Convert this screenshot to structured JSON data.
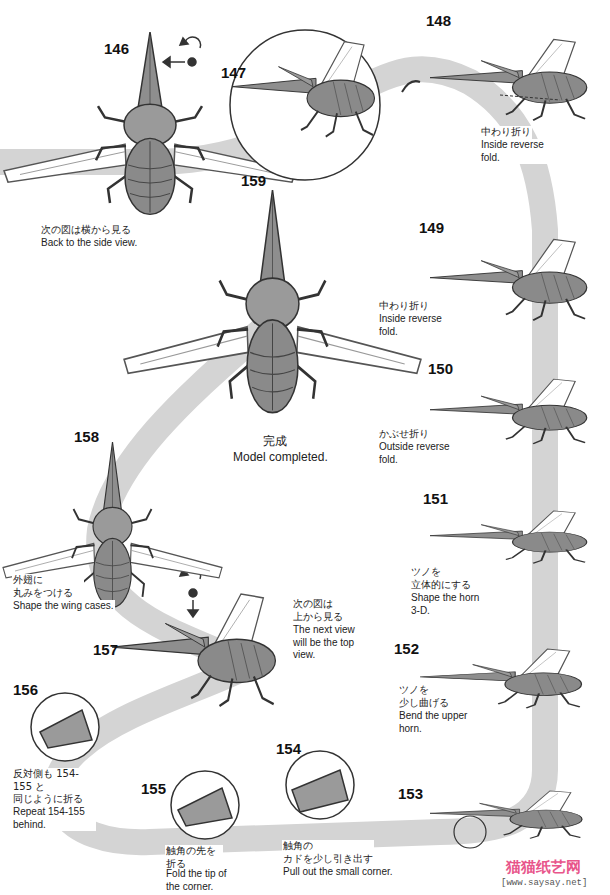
{
  "diagram": {
    "labels": [
      "146",
      "147",
      "148",
      "中わり折り",
      "Inside reverse fold.",
      "次の図は横から見る",
      "Back to the side view.",
      "149",
      "中わり折り",
      "Inside reverse fold.",
      "159",
      "完成",
      "Model completed.",
      "150",
      "かぶせ折り",
      "Outside reverse fold.",
      "158",
      "151",
      "ツノを 立体的にする",
      "Shape the horn 3-D.",
      "外翅に 丸みをつける",
      "Shape the wing cases.",
      "次の図は 上から見る",
      "The next view will be the top view.",
      "157",
      "152",
      "ツノを 少し曲げる",
      "Bend the upper horn.",
      "156",
      "反対側も 154-155 と 同じように折る",
      "Repeat 154-155 behind.",
      "154",
      "153",
      "155",
      "触角の カドを少し引き出す",
      "Pull out the small corner.",
      "触角の先を 折る",
      "Fold the tip of the corner.",
      "猫猫纸艺网",
      "[www.saysay.net]"
    ]
  }
}
